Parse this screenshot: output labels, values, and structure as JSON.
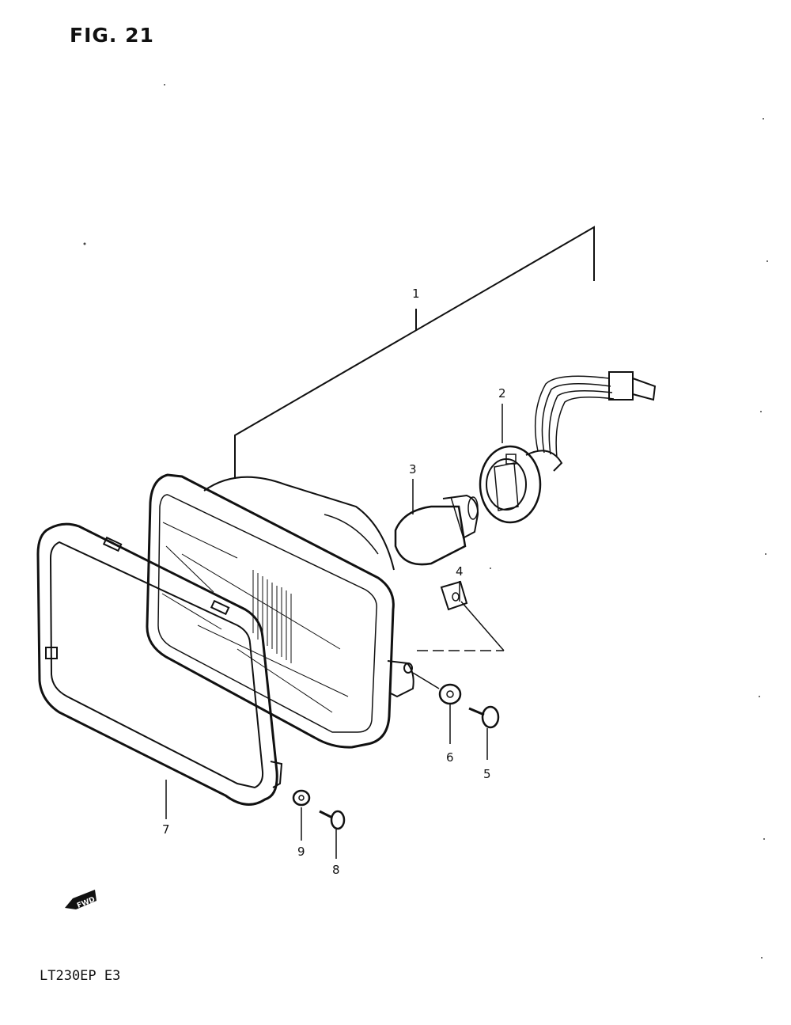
{
  "figure": {
    "title": "FIG. 21",
    "model_code": "LT230EP  E3",
    "fwd_label": "FWD"
  },
  "callouts": [
    {
      "id": "callout-1",
      "label": "1"
    },
    {
      "id": "callout-2",
      "label": "2"
    },
    {
      "id": "callout-3",
      "label": "3"
    },
    {
      "id": "callout-4",
      "label": "4"
    },
    {
      "id": "callout-5",
      "label": "5"
    },
    {
      "id": "callout-6",
      "label": "6"
    },
    {
      "id": "callout-7",
      "label": "7"
    },
    {
      "id": "callout-8",
      "label": "8"
    },
    {
      "id": "callout-9",
      "label": "9"
    }
  ]
}
